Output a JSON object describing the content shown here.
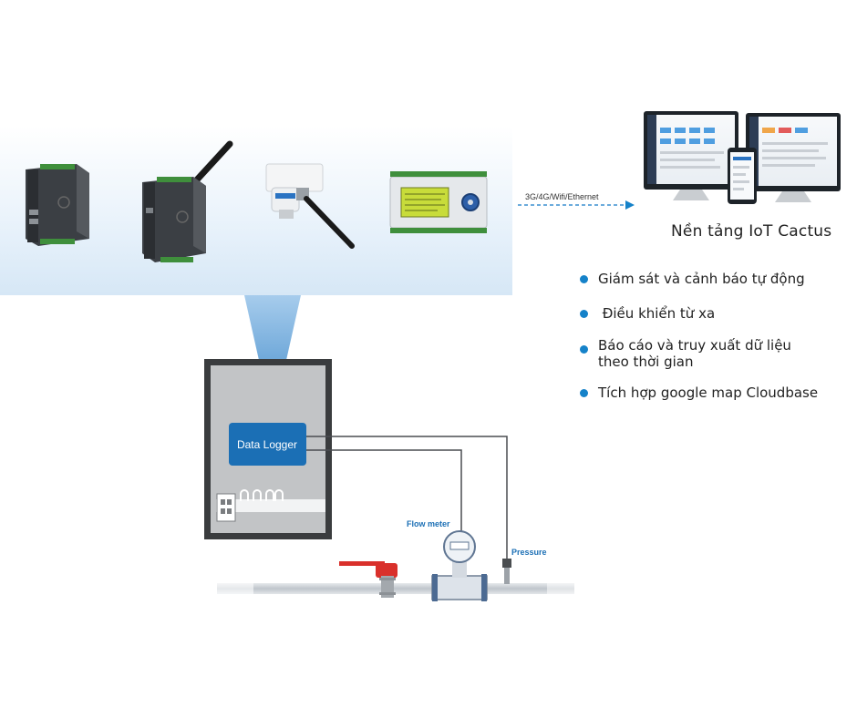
{
  "connection": {
    "label": "3G/4G/Wifi/Ethernet"
  },
  "platform": {
    "title": "Nền tảng IoT Cactus"
  },
  "features": [
    {
      "label": "Giám sát và cảnh báo tự động"
    },
    {
      "label": " Điều khiển từ xa"
    },
    {
      "label": "Báo cáo và truy xuất dữ liệu theo thời gian"
    },
    {
      "label": "Tích hợp google map Cloudbase"
    }
  ],
  "data_logger": {
    "label": "Data Logger"
  },
  "sensors": {
    "flow_meter": "Flow meter",
    "pressure": "Pressure"
  },
  "colors": {
    "accent": "#1582c9",
    "logger_box": "#1b6fb5",
    "valve": "#d9302b"
  },
  "icons": [
    "gateway-device-icon",
    "antenna-logger-icon",
    "wireless-sensor-icon",
    "lcd-controller-icon",
    "monitor-icon",
    "smartphone-icon",
    "valve-icon",
    "flow-meter-icon",
    "pressure-sensor-icon"
  ]
}
